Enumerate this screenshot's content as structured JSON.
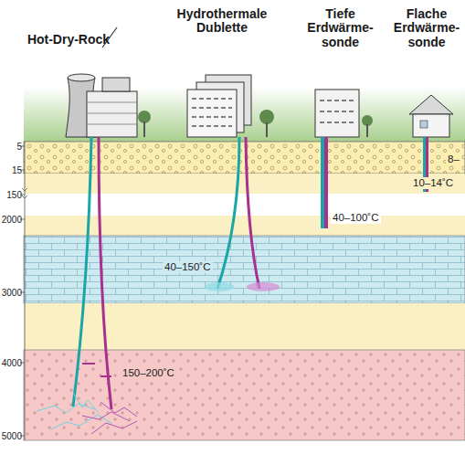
{
  "diagram": {
    "labels": [
      "Hot-Dry-Rock",
      "Hydrothermale Dublette",
      "Tiefe Erdwärme-sonde",
      "Flache Erdwärme-sonde",
      "5",
      "15",
      "150",
      "2000",
      "3000",
      "4000",
      "5000",
      "8–",
      "10–14˚C",
      "40–100˚C",
      "40–150˚C",
      "150–200˚C"
    ]
  }
}
